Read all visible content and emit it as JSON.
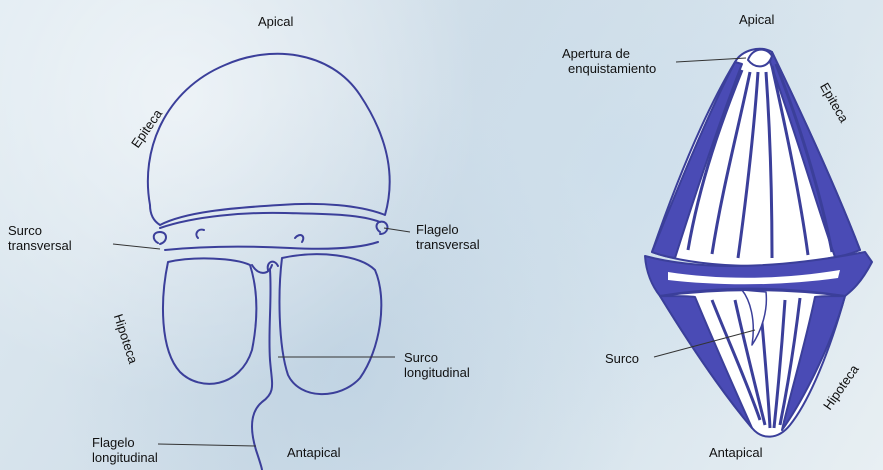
{
  "left_diagram": {
    "apical": "Apical",
    "epiteca": "Epiteca",
    "surco_transversal": [
      "Surco",
      "transversal"
    ],
    "flagelo_transversal": [
      "Flagelo",
      "transversal"
    ],
    "hipoteca": "Hipoteca",
    "surco_longitudinal": [
      "Surco",
      "longitudinal"
    ],
    "flagelo_longitudinal": [
      "Flagelo",
      "longitudinal"
    ],
    "antapical": "Antapical"
  },
  "right_diagram": {
    "apical": "Apical",
    "apertura": [
      "Apertura de",
      "enquistamiento"
    ],
    "epiteca": "Epiteca",
    "surco": "Surco",
    "hipoteca": "Hipoteca",
    "antapical": "Antapical"
  },
  "colors": {
    "outline": "#3b3f9a",
    "fill_dark": "#4a4bb5",
    "fill_light": "#ffffff"
  }
}
